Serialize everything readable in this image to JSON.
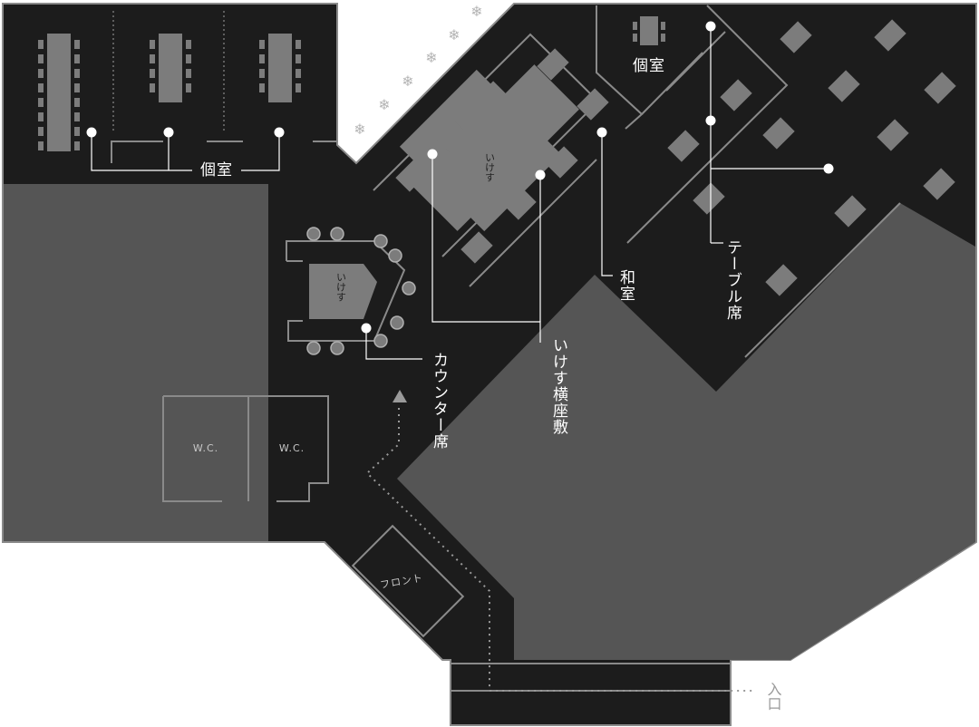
{
  "floor_map": {
    "labels": {
      "private_room_top": "個室",
      "private_room_small": "個室",
      "counter_seats": "カウンター席",
      "ikesu_side_zashiki": "いけす横座敷",
      "washitsu": "和室",
      "table_seats": "テーブル席",
      "entrance": "入口",
      "front_desk": "フロント",
      "restroom_1": "W.C.",
      "restroom_2": "W.C.",
      "ikesu_tank_1": "いけす",
      "ikesu_tank_2": "いけす"
    },
    "colors": {
      "floor": "#1c1c1c",
      "wall": "#8a8a8a",
      "block": "#555555",
      "furniture": "#7c7c7c",
      "leader": "#ffffff",
      "snowflake": "#b5b5b5"
    },
    "icons": {
      "decoration": "snowflake-icon",
      "direction": "arrow-up-icon"
    }
  }
}
